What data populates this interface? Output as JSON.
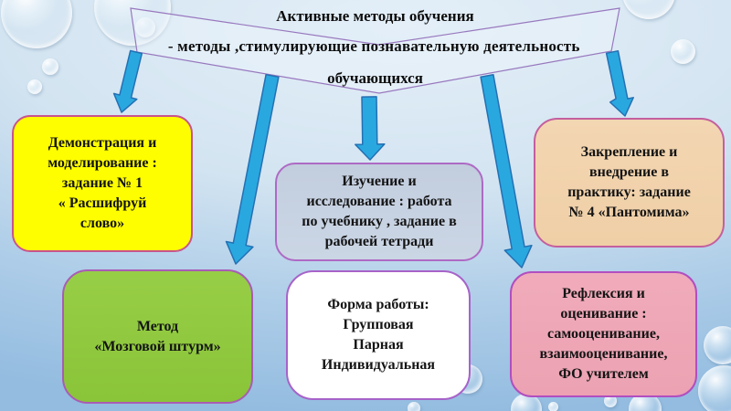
{
  "slide_title": {
    "line1": "Активные методы обучения",
    "line2": "- методы ,стимулирующие познавательную деятельность",
    "line3": "обучающихся"
  },
  "boxes": {
    "demonstration": {
      "lines": [
        "Демонстрация и",
        "моделирование :",
        "задание № 1",
        "« Расшифруй",
        "слово»"
      ],
      "fill": "#FEFE00",
      "border": "#C9548C"
    },
    "brainstorm": {
      "lines": [
        "Метод",
        "«Мозговой штурм»"
      ],
      "fill": "#8FC940",
      "border": "#A95CB4"
    },
    "study": {
      "lines": [
        "Изучение и",
        "исследование : работа",
        "по учебнику , задание в",
        "рабочей тетради"
      ],
      "fill": "#C6D1E1",
      "border": "#AE6AC4"
    },
    "work_forms": {
      "lines": [
        "Форма работы:",
        "Групповая",
        "Парная",
        "Индивидуальная"
      ],
      "fill": "#FFFFFF",
      "border": "#A763C9"
    },
    "consolidation": {
      "lines": [
        "Закрепление и",
        "внедрение в",
        "практику: задание",
        "№ 4 «Пантомима»"
      ],
      "fill": "#F2D3AC",
      "border": "#C45F9E"
    },
    "reflection": {
      "lines": [
        "Рефлексия и",
        "оценивание :",
        "самооценивание,",
        "взаимооценивание,",
        "ФО учителем"
      ],
      "fill": "#EFA6B6",
      "border": "#B14EC0"
    }
  },
  "colors": {
    "background_top": "#E4EFF8",
    "background_bottom": "#93BCE0",
    "arrow_fill": "#29A8E0",
    "arrow_stroke": "#2470B3",
    "banner_stroke": "#9878BE",
    "text": "#0D0D0D"
  }
}
